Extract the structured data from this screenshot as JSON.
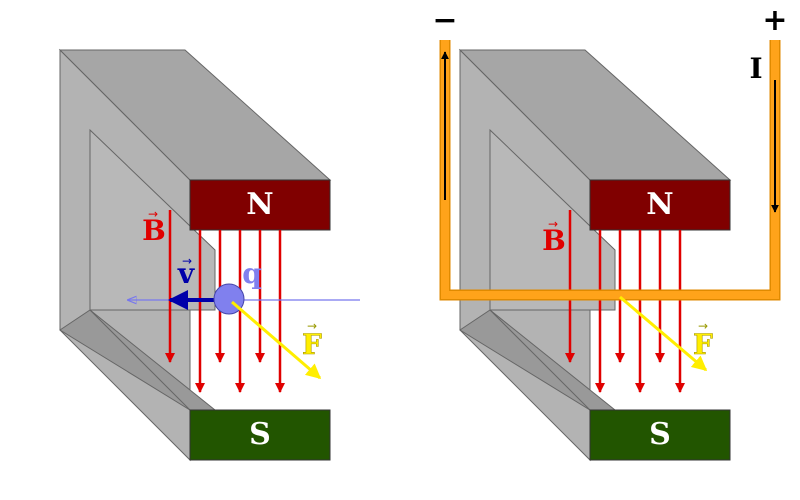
{
  "colors": {
    "magnet_face": "#b3b3b3",
    "magnet_edge": "#808080",
    "north_pole": "#800000",
    "south_pole": "#225500",
    "field_lines": "#e00000",
    "velocity": "#0000aa",
    "charge": "#8080ee",
    "charge_path": "#7777ee",
    "force": "#ffee00",
    "wire": "#ffa31a",
    "current_arrow": "#000000"
  },
  "left_panel": {
    "north_label": "N",
    "south_label": "S",
    "field_label": "B",
    "velocity_label": "v",
    "charge_label": "q",
    "force_label": "F"
  },
  "right_panel": {
    "north_label": "N",
    "south_label": "S",
    "field_label": "B",
    "force_label": "F",
    "current_label": "I",
    "minus_label": "−",
    "plus_label": "+"
  }
}
